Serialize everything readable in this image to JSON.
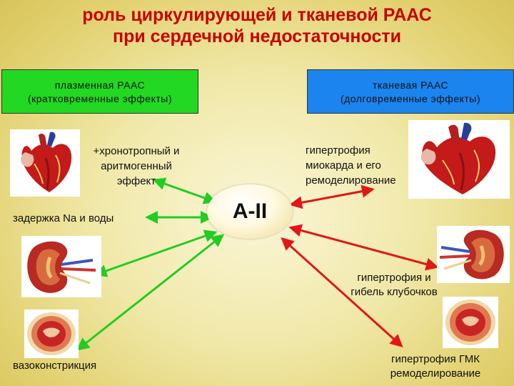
{
  "title": {
    "line1": "роль циркулирующей и тканевой РААС",
    "line2": "при сердечной недостаточности"
  },
  "left_box": {
    "line1": "плазменная РААС",
    "line2": "(кратковременные эффекты)"
  },
  "right_box": {
    "line1": "тканевая РААС",
    "line2": "(долговременные эффекты)"
  },
  "center": {
    "label": "A-II"
  },
  "effects": {
    "chronotropic": {
      "line1": "+хронотропный и",
      "line2": "аритмогенный",
      "line3": "эффект"
    },
    "retention": "задержка Na и воды",
    "vasoconstriction": "вазоконстрикция",
    "myocardial": {
      "line1": "гипертрофия",
      "line2": "миокарда и его",
      "line3": "ремоделирование"
    },
    "glomerular": {
      "line1": "гипертрофия и",
      "line2": "гибель клубочков"
    },
    "smc": {
      "line1": "гипертрофия ГМК",
      "line2": "ремоделирование"
    }
  },
  "colors": {
    "title": "#c80000",
    "plasma_box": "#22d822",
    "tissue_box": "#1b84ee",
    "plasma_arrows": "#22cc22",
    "tissue_arrows": "#e01818"
  },
  "icons": {
    "heart_left": "heart-icon",
    "kidney_left": "kidney-icon",
    "vessel_left": "vessel-cross-section-icon",
    "heart_right": "heart-icon",
    "kidney_right": "kidney-icon",
    "vessel_right": "vessel-cross-section-icon"
  }
}
